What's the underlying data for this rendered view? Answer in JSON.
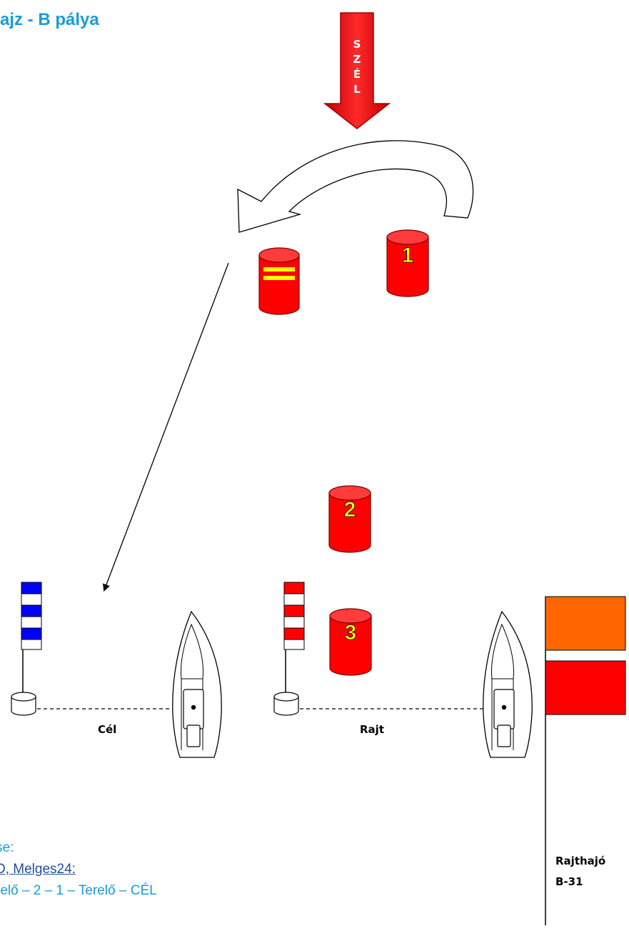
{
  "title": "ajz - B pálya",
  "wind": {
    "letters": [
      "S",
      "Z",
      "É",
      "L"
    ],
    "color": "#ff0000"
  },
  "marks": {
    "mark1_label": "1",
    "mark2_label": "2",
    "mark3_label": "3",
    "buoy_color": "#ff0000",
    "label_color": "#ffff00"
  },
  "finish_label": "Cél",
  "start_label": "Rajt",
  "committee_boat": {
    "line1": "Rajthajó",
    "line2": "B-31",
    "flag_top": "#ff6600",
    "flag_bottom": "#ff0000"
  },
  "description": {
    "line1": "se:",
    "line2": "D, Melges24:",
    "line3": "relő – 2 – 1 – Terelő – CÉL"
  },
  "colors": {
    "title": "#1a9bd7",
    "finish_flag": "#0000ff",
    "start_flag": "#ff0000"
  }
}
